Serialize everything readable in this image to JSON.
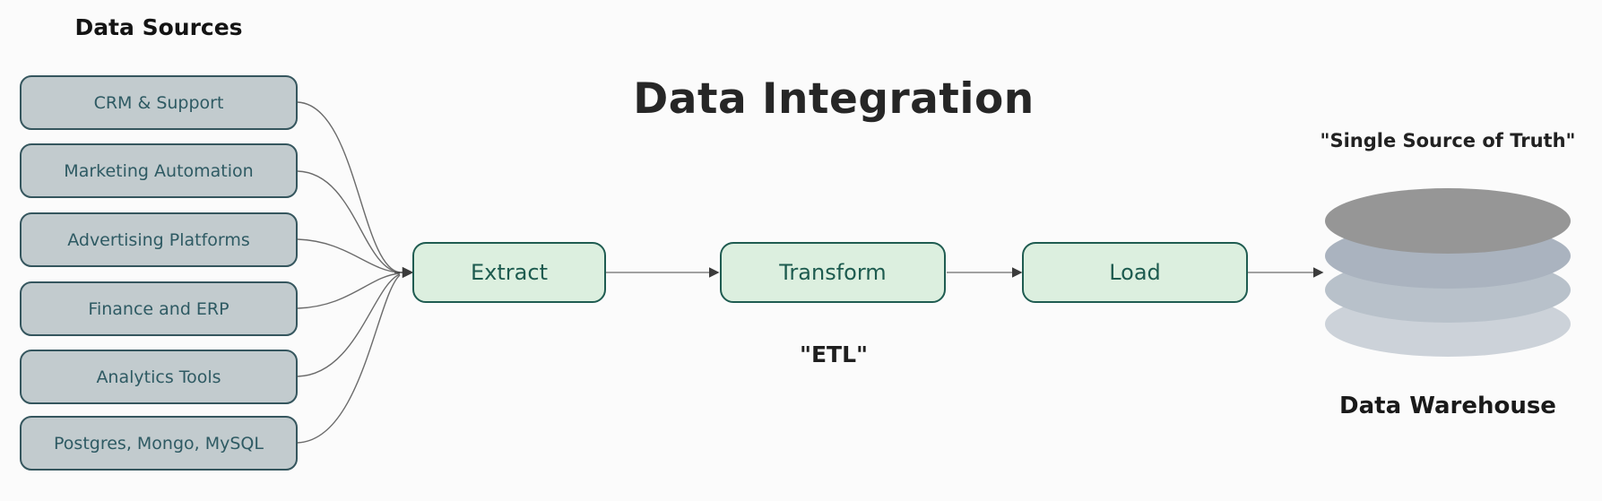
{
  "diagram": {
    "title": "Data Integration",
    "etl_caption": "\"ETL\""
  },
  "sources": {
    "heading": "Data Sources",
    "items": [
      {
        "label": "CRM & Support"
      },
      {
        "label": "Marketing Automation"
      },
      {
        "label": "Advertising Platforms"
      },
      {
        "label": "Finance and ERP"
      },
      {
        "label": "Analytics Tools"
      },
      {
        "label": "Postgres, Mongo, MySQL"
      }
    ]
  },
  "pipeline": {
    "steps": [
      {
        "label": "Extract"
      },
      {
        "label": "Transform"
      },
      {
        "label": "Load"
      }
    ]
  },
  "warehouse": {
    "caption": "\"Single Source of Truth\"",
    "label": "Data Warehouse",
    "disk_colors": [
      "#969696",
      "#aab3bf",
      "#b8c1ca",
      "#ccd2d9"
    ]
  },
  "colors": {
    "background": "#fbfbfb",
    "source_box_fill": "#c2cbce",
    "source_box_border": "#35565e",
    "source_box_text": "#2e5a63",
    "step_box_fill": "#dcefdf",
    "step_box_border": "#1f5c51",
    "step_box_text": "#1d5b4f",
    "connector_line": "#6b6b6b",
    "arrowhead": "#3b3b3b",
    "title_text": "#262626"
  }
}
